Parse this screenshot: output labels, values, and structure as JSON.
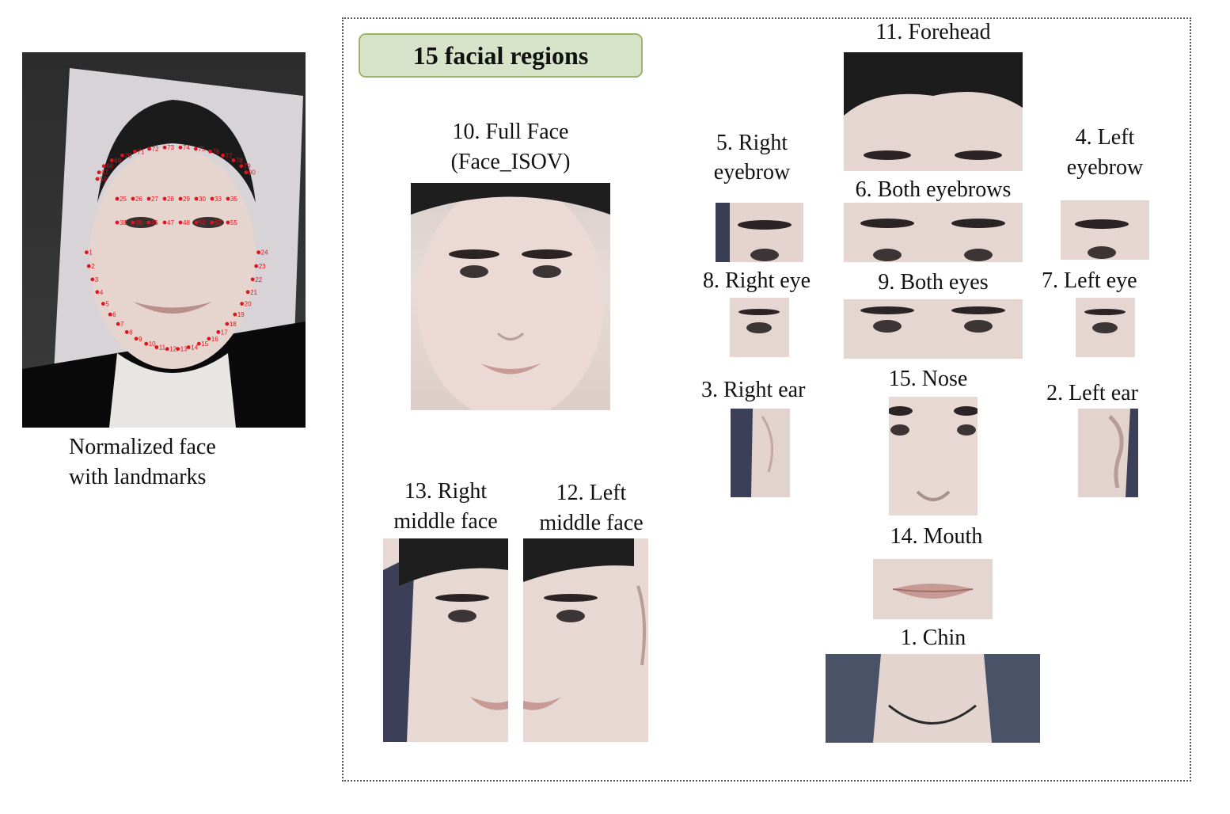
{
  "left_panel": {
    "caption_line1": "Normalized face",
    "caption_line2": "with landmarks"
  },
  "header": {
    "title": "15 facial regions"
  },
  "regions": {
    "forehead": "11. Forehead",
    "full_face_line1": "10. Full Face",
    "full_face_line2": "(Face_ISOV)",
    "right_eyebrow_line1": "5. Right",
    "right_eyebrow_line2": "eyebrow",
    "left_eyebrow_line1": "4. Left",
    "left_eyebrow_line2": "eyebrow",
    "both_eyebrows": "6. Both eyebrows",
    "right_eye": "8. Right  eye",
    "both_eyes": "9. Both eyes",
    "left_eye": "7. Left  eye",
    "right_ear": "3. Right  ear",
    "nose": "15. Nose",
    "left_ear": "2. Left ear",
    "mouth": "14. Mouth",
    "chin": "1. Chin",
    "right_middle_line1": "13. Right",
    "right_middle_line2": "middle face",
    "left_middle_line1": "12. Left",
    "left_middle_line2": "middle face"
  },
  "landmark_labels": [
    "1",
    "2",
    "3",
    "4",
    "5",
    "6",
    "7",
    "8",
    "9",
    "10",
    "11",
    "12",
    "13",
    "14",
    "15",
    "16",
    "17",
    "18",
    "19",
    "20",
    "21",
    "22",
    "23",
    "24",
    "25",
    "26",
    "27",
    "28",
    "29",
    "30",
    "33",
    "35",
    "38",
    "39",
    "45",
    "47",
    "48",
    "52",
    "53",
    "55",
    "59",
    "67",
    "68",
    "69",
    "70",
    "71",
    "72",
    "73",
    "74",
    "75",
    "76",
    "77",
    "78",
    "79",
    "80"
  ],
  "colors": {
    "landmark": "#e0141e",
    "badge_fill": "#d7e3c8",
    "badge_border": "#9bb46e"
  }
}
